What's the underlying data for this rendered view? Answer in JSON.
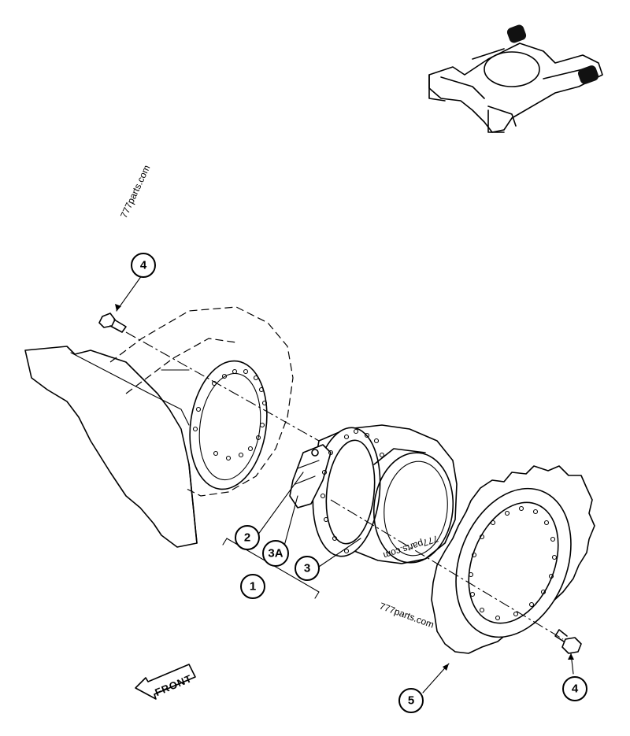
{
  "diagram": {
    "callouts": [
      {
        "id": "c4a",
        "label": "4"
      },
      {
        "id": "c2",
        "label": "2"
      },
      {
        "id": "c3a",
        "label": "3A"
      },
      {
        "id": "c3",
        "label": "3"
      },
      {
        "id": "c1",
        "label": "1"
      },
      {
        "id": "c5",
        "label": "5"
      },
      {
        "id": "c4b",
        "label": "4"
      }
    ],
    "direction_label": "FRONT",
    "watermarks": [
      "777parts.com",
      "777parts.com",
      "777parts.com"
    ]
  }
}
